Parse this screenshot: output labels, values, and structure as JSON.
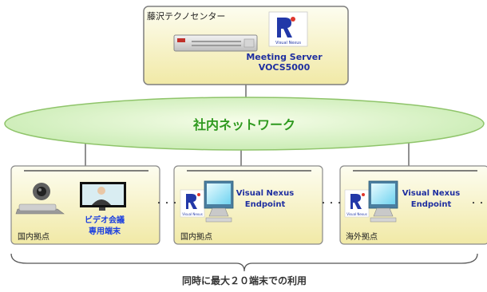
{
  "server_box": {
    "title": "藤沢テクノセンター",
    "server_name": "Meeting Server",
    "server_model": "VOCS5000",
    "logo_text": "Visual Nexus"
  },
  "network": {
    "label": "社内ネットワーク"
  },
  "sites": [
    {
      "label": "国内拠点",
      "device_line1": "ビデオ会議",
      "device_line2": "専用端末"
    },
    {
      "label": "国内拠点",
      "device_line1": "Visual Nexus",
      "device_line2": "Endpoint",
      "logo_text": "Visual Nexus"
    },
    {
      "label": "海外拠点",
      "device_line1": "Visual Nexus",
      "device_line2": "Endpoint",
      "logo_text": "Visual Nexus"
    }
  ],
  "ellipsis": "・・・",
  "footer": "同時に最大２０端末での利用",
  "colors": {
    "box_fill_top": "#fbfbe6",
    "box_fill_bottom": "#f3edb0",
    "ellipse_fill": "#d9f3c2",
    "ellipse_stroke": "#8fc46a",
    "network_text": "#2f9a1f",
    "server_text": "#1f2fa0",
    "vc_text": "#1a3ee0",
    "endpoint_text": "#1f2fa0",
    "line": "#6c6c6c"
  }
}
